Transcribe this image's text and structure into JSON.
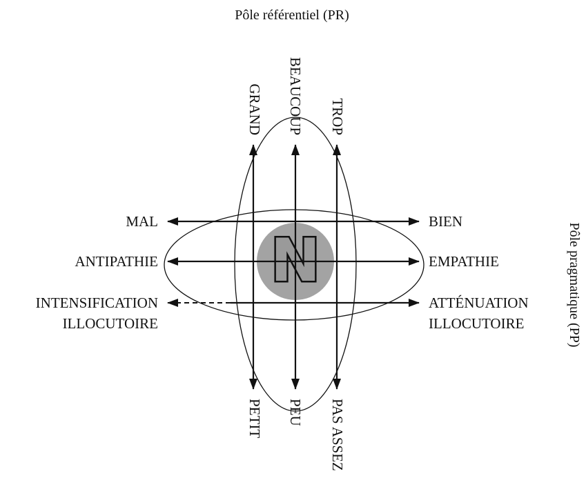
{
  "titles": {
    "top": "Pôle référentiel (PR)",
    "right": "Pôle pragmatique (PP)"
  },
  "vertical_axes": {
    "left": {
      "top": "GRAND",
      "bottom": "PETIT"
    },
    "center": {
      "top": "BEAUCOUP",
      "bottom": "PEU"
    },
    "right": {
      "top": "TROP",
      "bottom": "PAS ASSEZ"
    }
  },
  "horizontal_axes": {
    "row1": {
      "left": "MAL",
      "right": "BIEN"
    },
    "row2": {
      "left": "ANTIPATHIE",
      "right": "EMPATHIE"
    },
    "row3": {
      "left_line1": "INTENSIFICATION",
      "left_line2": "ILLOCUTOIRE",
      "right_line1": "ATTÉNUATION",
      "right_line2": "ILLOCUTOIRE"
    }
  },
  "center_symbol": {
    "letter": "N"
  },
  "colors": {
    "ink": "#111111",
    "center_disc": "#a3a3a3"
  }
}
